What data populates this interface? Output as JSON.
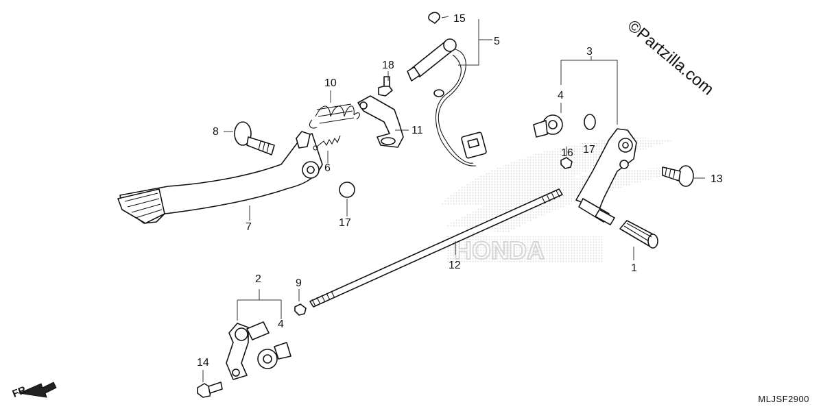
{
  "watermark": "©Partzilla.com",
  "diagram_code": "MLJSF2900",
  "direction_label": "FR.",
  "callouts": [
    "1",
    "2",
    "3",
    "4",
    "4",
    "5",
    "6",
    "7",
    "8",
    "9",
    "10",
    "11",
    "12",
    "13",
    "14",
    "15",
    "16",
    "17",
    "17",
    "18"
  ],
  "colors": {
    "ink": "#111111",
    "background": "#ffffff",
    "logo_halftone": "#cfcfcf"
  }
}
